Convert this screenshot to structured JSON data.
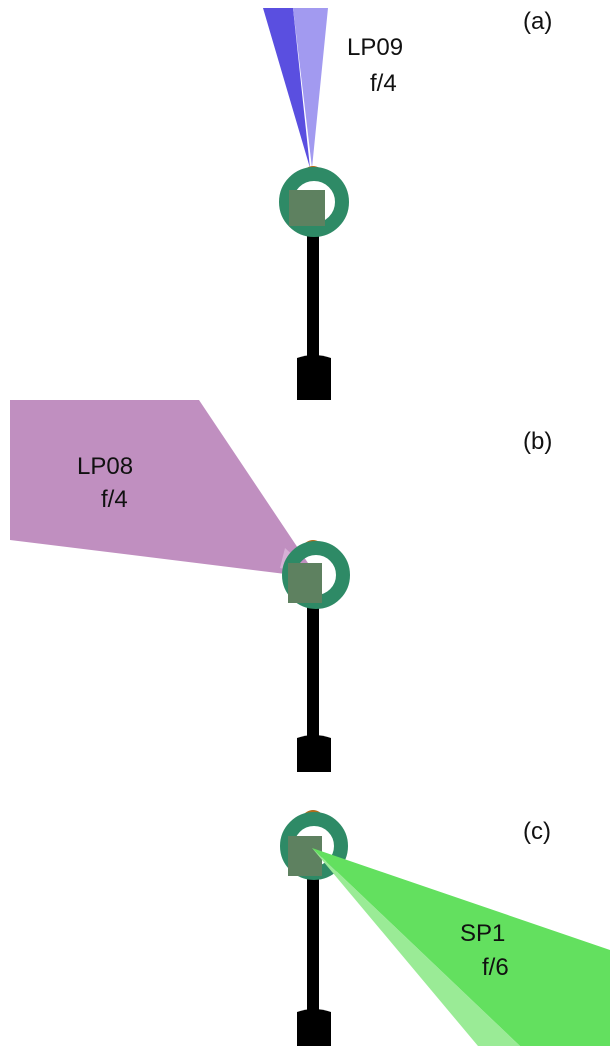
{
  "panels": [
    {
      "id": "a",
      "panel_label": "(a)",
      "beam_name": "LP09",
      "focal_ratio": "f/4",
      "beam_color": "#5a4fe0",
      "beam_color_light": "#a29af0"
    },
    {
      "id": "b",
      "panel_label": "(b)",
      "beam_name": "LP08",
      "focal_ratio": "f/4",
      "beam_color": "#c08fc0",
      "beam_color_light": "#d6b0d6"
    },
    {
      "id": "c",
      "panel_label": "(c)",
      "beam_name": "SP1",
      "focal_ratio": "f/6",
      "beam_color": "#63e05f",
      "beam_color_light": "#9aeb96"
    }
  ],
  "colors": {
    "ring": "#2e8a66",
    "hub": "#5e8160",
    "dome": "#b06c1a",
    "pole": "#000000"
  }
}
